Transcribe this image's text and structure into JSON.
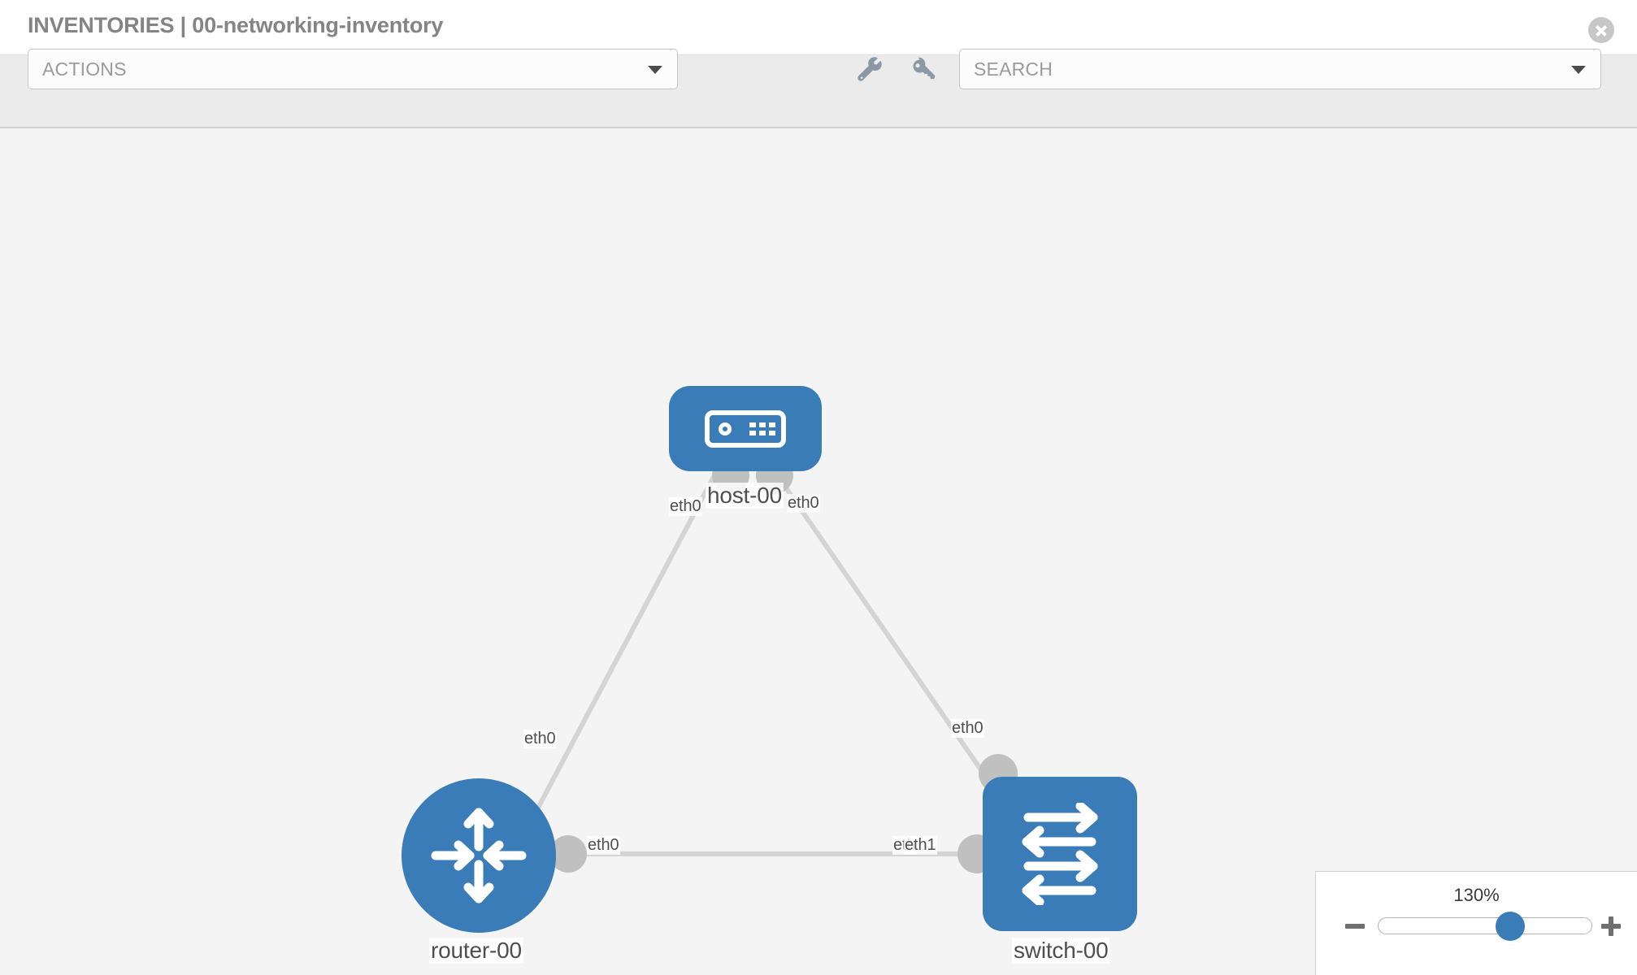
{
  "header": {
    "title": "INVENTORIES | 00-networking-inventory",
    "close_icon": "close-circle-icon"
  },
  "toolbar": {
    "actions": {
      "label": "ACTIONS",
      "caret_icon": "chevron-down-icon"
    },
    "wrench_icon": "wrench-icon",
    "key_icon": "key-icon",
    "search": {
      "placeholder": "SEARCH",
      "value": "SEARCH",
      "caret_icon": "chevron-down-icon"
    }
  },
  "topology": {
    "nodes": [
      {
        "id": "host-00",
        "label": "host-00",
        "icon": "server-icon",
        "shape": "rounded-rect",
        "color": "#3a7cb8"
      },
      {
        "id": "router-00",
        "label": "router-00",
        "icon": "router-arrows-icon",
        "shape": "circle",
        "color": "#3a7cb8"
      },
      {
        "id": "switch-00",
        "label": "switch-00",
        "icon": "switch-arrows-icon",
        "shape": "rounded-square",
        "color": "#3a7cb8"
      }
    ],
    "edges": [
      {
        "from": "host-00",
        "to": "router-00",
        "from_label": "eth0",
        "to_label": "eth0"
      },
      {
        "from": "host-00",
        "to": "switch-00",
        "from_label": "eth0",
        "to_label": "eth0"
      },
      {
        "from": "router-00",
        "to": "switch-00",
        "from_label": "eth0",
        "to_label": "eth1",
        "overlap_label": "eth"
      }
    ],
    "edge_color": "#d4d4d4",
    "connector_color": "#c0c0c0"
  },
  "zoom": {
    "value_label": "130%",
    "minus_label": "−",
    "plus_label": "+",
    "thumb_percent": 62
  }
}
